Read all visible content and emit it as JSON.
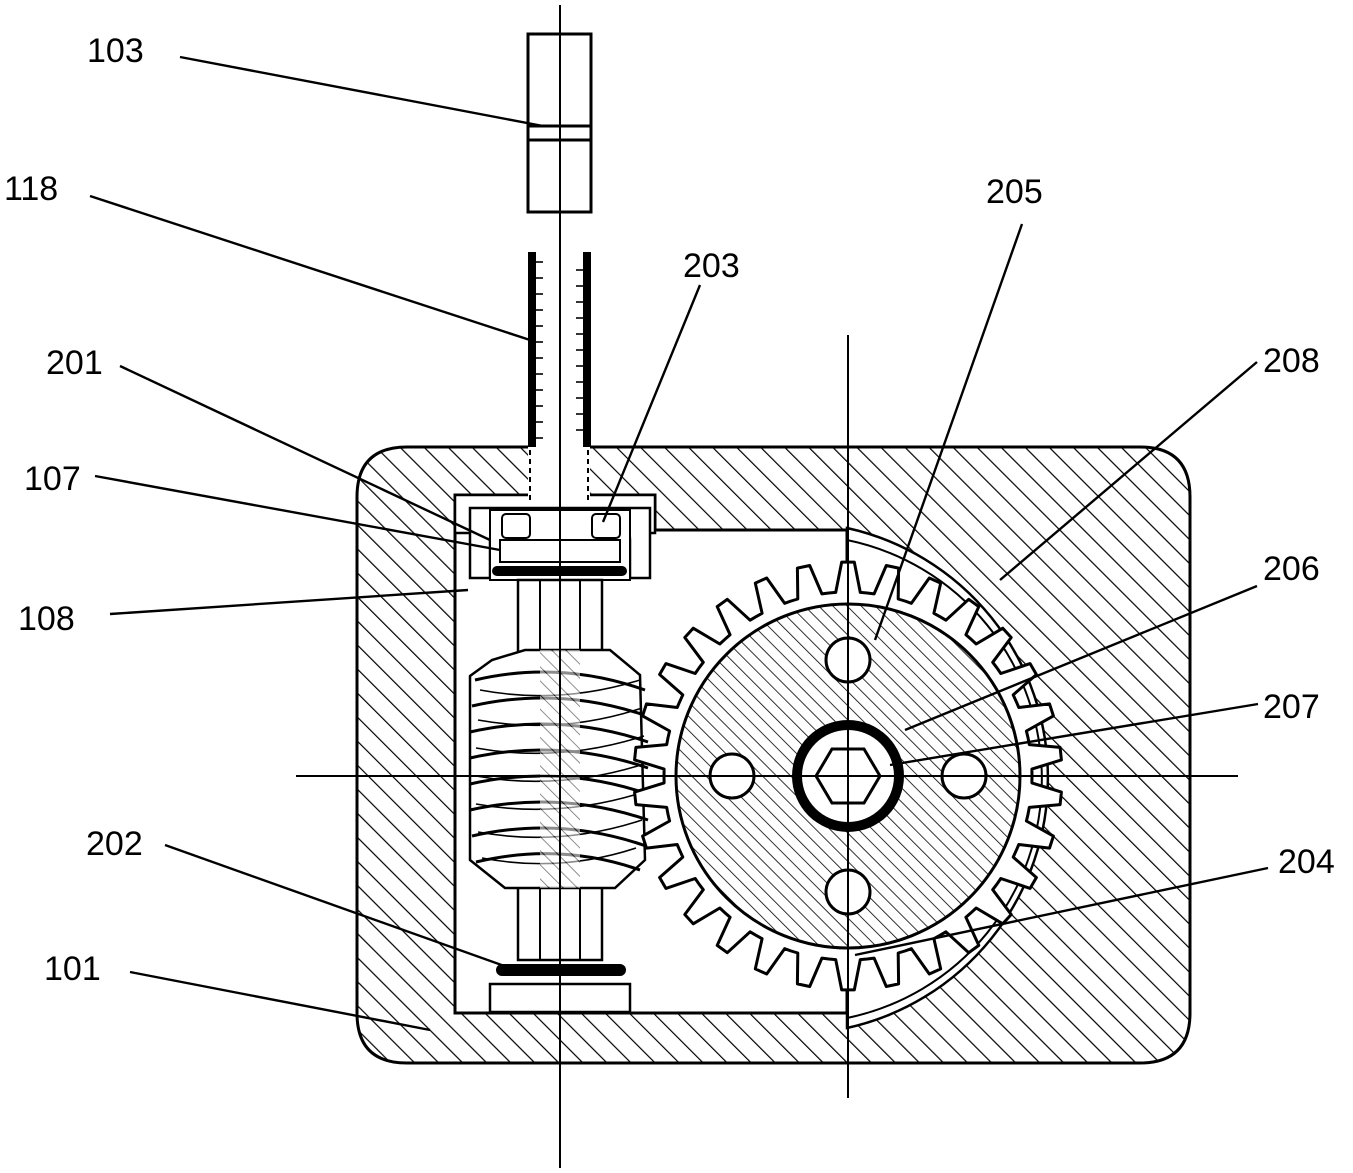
{
  "labels": {
    "l103": "103",
    "l118": "118",
    "l201": "201",
    "l107": "107",
    "l108": "108",
    "l202": "202",
    "l101": "101",
    "l203": "203",
    "l205": "205",
    "l208": "208",
    "l206": "206",
    "l207": "207",
    "l204": "204"
  },
  "colors": {
    "ink": "#000000",
    "paper": "#ffffff"
  }
}
